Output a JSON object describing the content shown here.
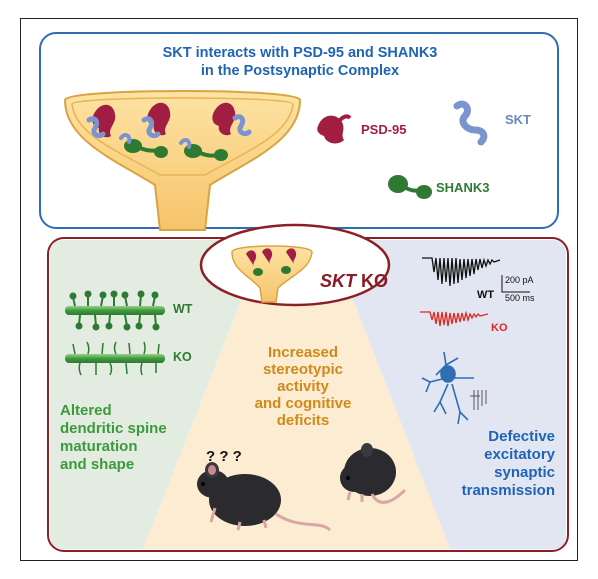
{
  "top_panel": {
    "title": "SKT interacts with PSD-95 and SHANK3\nin the Postsynaptic Complex",
    "legend_psd95": "PSD-95",
    "legend_skt": "SKT",
    "legend_shank3": "SHANK3"
  },
  "bottom_panel": {
    "ko_title_gene": "SKT",
    "ko_title_suffix": " KO",
    "spine_wt_label": "WT",
    "spine_ko_label": "KO",
    "spine_effect": "Altered\ndendritic spine\nmaturation\nand shape",
    "behavior_effect": "Increased\nstereotypic\nactivity\nand cognitive\ndeficits",
    "question_marks": "? ? ?",
    "trace_wt_label": "WT",
    "trace_ko_label": "KO",
    "scale_amplitude": "200 pA",
    "scale_time": "500 ms",
    "synaptic_effect": "Defective\nexcitatory\nsynaptic\ntransmission"
  },
  "colors": {
    "top_border": "#2f6db5",
    "bottom_border": "#8b1f26",
    "green_panel": "#e3ece0",
    "orange_panel": "#fbecd2",
    "blue_panel": "#e2e6f3",
    "spine_body": "#fbd27a",
    "psd95": "#a11e42",
    "skt": "#7b93cf",
    "shank3": "#2e7a33"
  }
}
